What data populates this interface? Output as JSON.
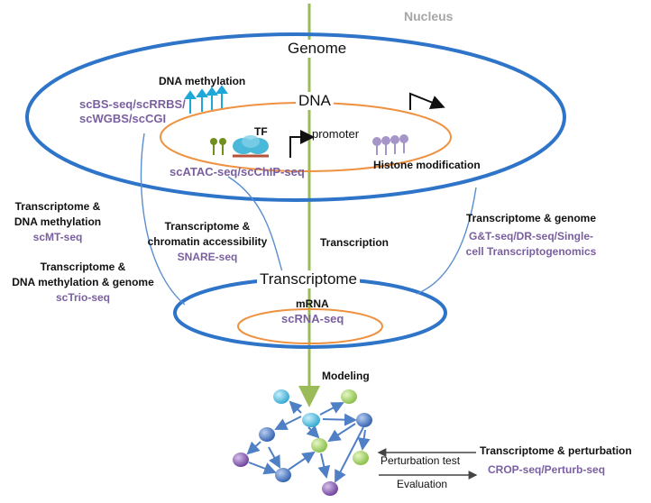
{
  "nucleus": "Nucleus",
  "genome": "Genome",
  "dna": "DNA",
  "dna_methylation": "DNA methylation",
  "dna_methylation_methods": [
    "scBS-seq/scRRBS/",
    "scWGBS/scCGI"
  ],
  "tf": "TF",
  "promoter": "promoter",
  "atac": "scATAC-seq/scChIP-seq",
  "histone": "Histone modification",
  "transcription": "Transcription",
  "transcriptome": "Transcriptome",
  "mrna": "mRNA",
  "scrna": "scRNA-seq",
  "modeling": "Modeling",
  "left_groups": [
    {
      "title": [
        "Transcriptome &",
        "DNA methylation"
      ],
      "method": "scMT-seq"
    },
    {
      "title": [
        "Transcriptome &",
        "DNA methylation & genome"
      ],
      "method": "scTrio-seq"
    }
  ],
  "middle_group": {
    "title": [
      "Transcriptome &",
      "chromatin accessibility"
    ],
    "method": "SNARE-seq"
  },
  "right_group": {
    "title": "Transcriptome & genome",
    "method": [
      "G&T-seq/DR-seq/Single-",
      "cell Transcriptogenomics"
    ]
  },
  "perturbation": {
    "test": "Perturbation test",
    "evaluation": "Evaluation",
    "title": "Transcriptome & perturbation",
    "method": "CROP-seq/Perturb-seq"
  },
  "colors": {
    "ellipse_blue": "#2e74c8",
    "orange": "#ee9140",
    "green_axis": "#9bbb59",
    "purple_text": "#7a5fa0",
    "connector": "#5b8ecf",
    "methylation_pin": "#1ea8d8",
    "histone_pin": "#a695c8",
    "tf_teal": "#4ab8d8",
    "node_cyan": "#45b7d8",
    "node_green": "#9bcf5a",
    "node_blue": "#3c6fc1",
    "node_purple": "#7a4fa3",
    "arrow_blue": "#4f7fc4"
  }
}
